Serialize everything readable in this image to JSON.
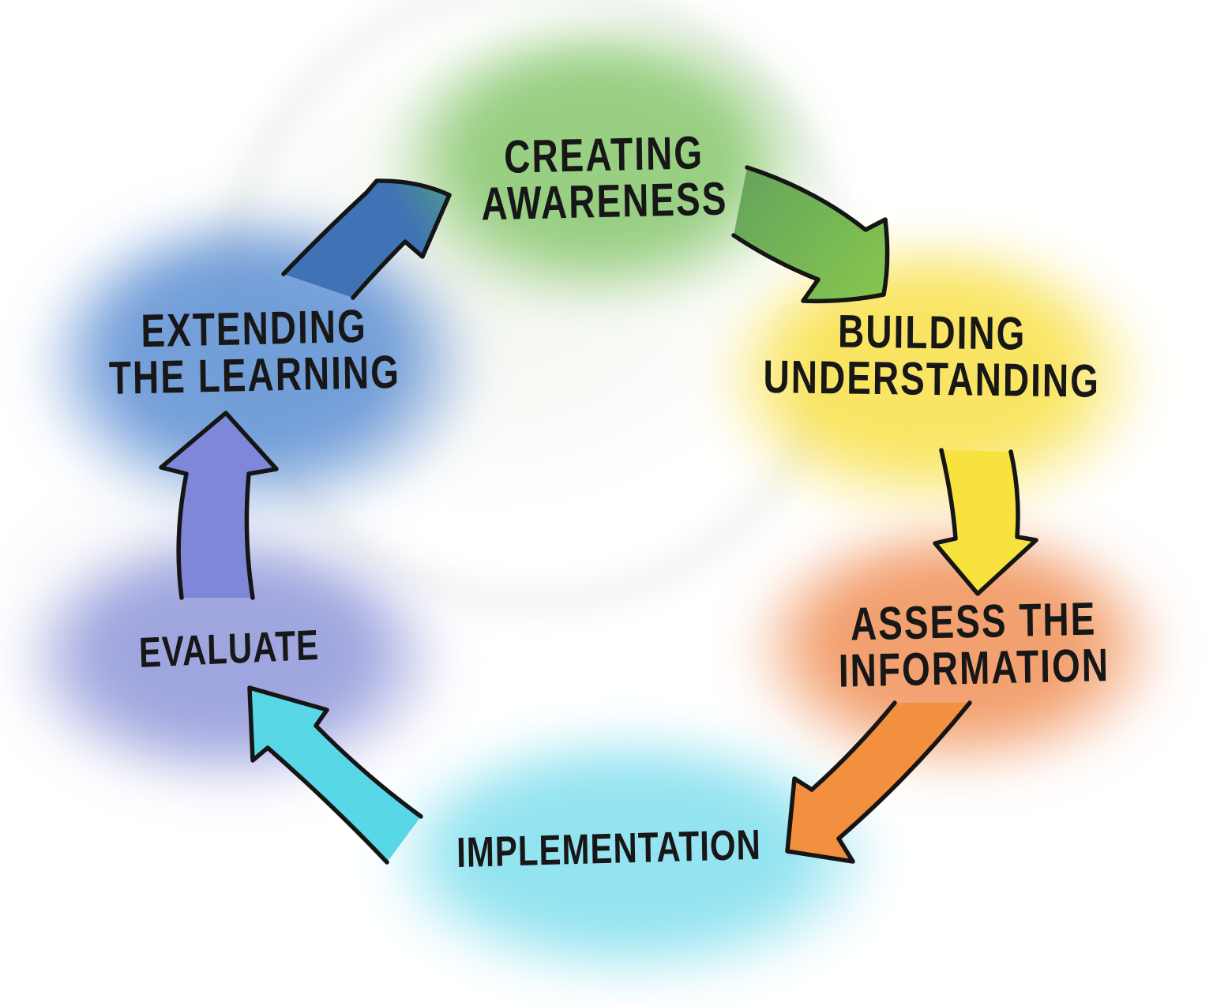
{
  "diagram": {
    "kind": "hand-drawn watercolor cycle",
    "background_color": "#ffffff",
    "text_color": "#171717",
    "outline_color": "#151515",
    "stages": [
      {
        "id": "creating-awareness",
        "label_lines": [
          "CREATING",
          "AWARENESS"
        ],
        "blob_color": "#8cc873"
      },
      {
        "id": "building-understanding",
        "label_lines": [
          "BUILDING",
          "UNDERSTANDING"
        ],
        "blob_color": "#f7e14e"
      },
      {
        "id": "assess-the-information",
        "label_lines": [
          "ASSESS THE",
          "INFORMATION"
        ],
        "blob_color": "#f0945c"
      },
      {
        "id": "implementation",
        "label_lines": [
          "IMPLEMENTATION"
        ],
        "blob_color": "#85dfee"
      },
      {
        "id": "evaluate",
        "label_lines": [
          "EVALUATE"
        ],
        "blob_color": "#949bdb"
      },
      {
        "id": "extending-the-learning",
        "label_lines": [
          "EXTENDING",
          "THE LEARNING"
        ],
        "blob_color": "#6292d3"
      }
    ],
    "arrows": [
      {
        "id": "extending-to-creating",
        "from": "extending-the-learning",
        "to": "creating-awareness",
        "color_start": "#3f73b5",
        "color_end": "#4f968e"
      },
      {
        "id": "creating-to-building",
        "from": "creating-awareness",
        "to": "building-understanding",
        "color_start": "#68a75b",
        "color_end": "#83c44f"
      },
      {
        "id": "building-to-assess",
        "from": "building-understanding",
        "to": "assess-the-information",
        "color": "#f8e23e"
      },
      {
        "id": "assess-to-implementation",
        "from": "assess-the-information",
        "to": "implementation",
        "color": "#f29040"
      },
      {
        "id": "implementation-to-evaluate",
        "from": "implementation",
        "to": "evaluate",
        "color": "#58d7e7"
      },
      {
        "id": "evaluate-to-extending",
        "from": "evaluate",
        "to": "extending-the-learning",
        "color": "#7e87d8"
      }
    ]
  }
}
